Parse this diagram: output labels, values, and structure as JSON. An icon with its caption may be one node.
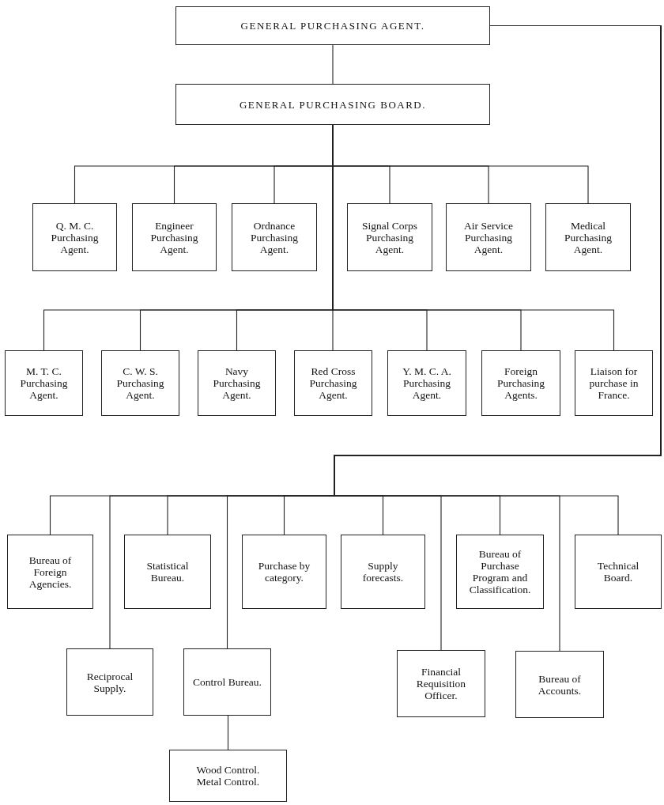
{
  "diagram": {
    "nodes": [
      {
        "text": [
          "GENERAL PURCHASING AGENT."
        ]
      },
      {
        "text": [
          "GENERAL PURCHASING BOARD."
        ]
      },
      {
        "text": [
          "Q. M. C. Purchasing Agent."
        ]
      },
      {
        "text": [
          "Engineer Purchasing Agent."
        ]
      },
      {
        "text": [
          "Ordnance Purchasing Agent."
        ]
      },
      {
        "text": [
          "Signal Corps Purchasing Agent."
        ]
      },
      {
        "text": [
          "Air Service Purchasing Agent."
        ]
      },
      {
        "text": [
          "Medical Purchasing Agent."
        ]
      },
      {
        "text": [
          "M. T. C. Purchasing Agent."
        ]
      },
      {
        "text": [
          "C. W. S. Purchasing Agent."
        ]
      },
      {
        "text": [
          "Navy Purchasing Agent."
        ]
      },
      {
        "text": [
          "Red Cross Purchasing Agent."
        ]
      },
      {
        "text": [
          "Y. M. C. A. Purchasing Agent."
        ]
      },
      {
        "text": [
          "Foreign Purchasing Agents."
        ]
      },
      {
        "text": [
          "Liaison for purchase in France."
        ]
      },
      {
        "text": [
          "Bureau of Foreign Agencies."
        ]
      },
      {
        "text": [
          "Statistical Bureau."
        ]
      },
      {
        "text": [
          "Purchase by category."
        ]
      },
      {
        "text": [
          "Supply forecasts."
        ]
      },
      {
        "text": [
          "Bureau of Purchase Program and Classification."
        ]
      },
      {
        "text": [
          "Technical Board."
        ]
      },
      {
        "text": [
          "Reciprocal Supply."
        ]
      },
      {
        "text": [
          "Control Bureau."
        ]
      },
      {
        "text": [
          "Financial Requisition Officer."
        ]
      },
      {
        "text": [
          "Bureau of Accounts."
        ]
      },
      {
        "text": [
          "Wood Control.",
          "Metal Control."
        ]
      }
    ],
    "edges": [
      {
        "from": 0,
        "to": 1,
        "arrow": "none"
      },
      {
        "from": 1,
        "to": 2,
        "arrow": "none"
      },
      {
        "from": 1,
        "to": 3,
        "arrow": "none"
      },
      {
        "from": 1,
        "to": 4,
        "arrow": "none"
      },
      {
        "from": 1,
        "to": 5,
        "arrow": "none"
      },
      {
        "from": 1,
        "to": 6,
        "arrow": "none"
      },
      {
        "from": 1,
        "to": 7,
        "arrow": "none"
      },
      {
        "from": 1,
        "to": 8,
        "arrow": "none"
      },
      {
        "from": 1,
        "to": 9,
        "arrow": "none"
      },
      {
        "from": 1,
        "to": 10,
        "arrow": "none"
      },
      {
        "from": 1,
        "to": 11,
        "arrow": "none"
      },
      {
        "from": 1,
        "to": 12,
        "arrow": "none"
      },
      {
        "from": 1,
        "to": 13,
        "arrow": "none"
      },
      {
        "from": 1,
        "to": 14,
        "arrow": "none"
      },
      {
        "from": 0,
        "to": 15,
        "arrow": "none"
      },
      {
        "from": 0,
        "to": 16,
        "arrow": "none"
      },
      {
        "from": 0,
        "to": 17,
        "arrow": "none"
      },
      {
        "from": 0,
        "to": 18,
        "arrow": "none"
      },
      {
        "from": 0,
        "to": 19,
        "arrow": "none"
      },
      {
        "from": 0,
        "to": 20,
        "arrow": "none"
      },
      {
        "from": 0,
        "to": 21,
        "arrow": "none"
      },
      {
        "from": 0,
        "to": 22,
        "arrow": "none"
      },
      {
        "from": 0,
        "to": 23,
        "arrow": "none"
      },
      {
        "from": 0,
        "to": 24,
        "arrow": "none"
      },
      {
        "from": 22,
        "to": 25,
        "arrow": "none"
      }
    ]
  }
}
